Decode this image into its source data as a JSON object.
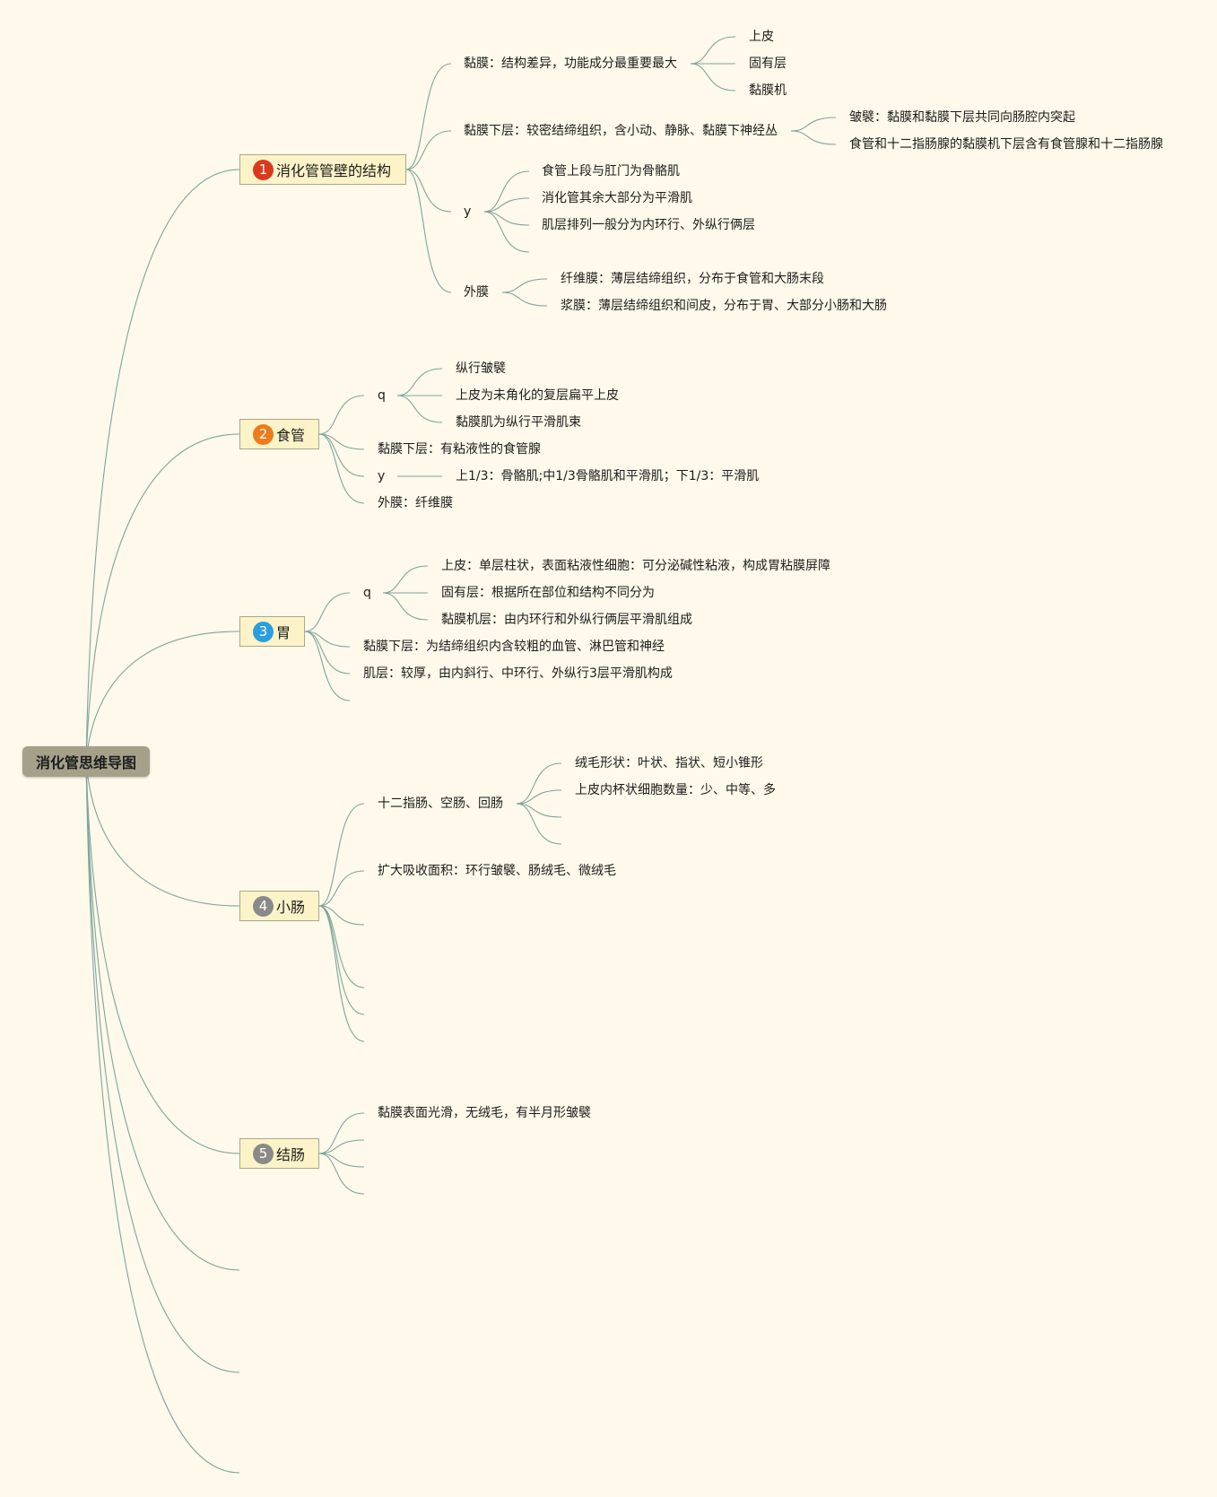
{
  "root": {
    "label": "消化管思维导图"
  },
  "colors": {
    "background": "#fef9ea",
    "link": "#7fa59c",
    "root_fill": "#a4a08a",
    "topic_fill": "#fcf3c8",
    "topic_border": "#a8a78c",
    "badge_1": "#d93a1e",
    "badge_2": "#ec7b1c",
    "badge_3": "#2b9ee0",
    "badge_4": "#8a8a8a",
    "badge_5": "#8a8a8a"
  },
  "topics": [
    {
      "number": "1",
      "label": "消化管管壁的结构",
      "children": [
        {
          "label": "黏膜：结构差异，功能成分最重要最大",
          "children": [
            "上皮",
            "固有层",
            "黏膜机"
          ]
        },
        {
          "label": "黏膜下层：较密结缔组织，含小动、静脉、黏膜下神经丛",
          "children": [
            "皱襞：黏膜和黏膜下层共同向肠腔内突起",
            "食管和十二指肠腺的黏膜机下层含有食管腺和十二指肠腺"
          ]
        },
        {
          "label": "y",
          "children": [
            "食管上段与肛门为骨骼肌",
            "消化管其余大部分为平滑肌",
            "肌层排列一般分为内环行、外纵行俩层"
          ]
        },
        {
          "label": "外膜",
          "children": [
            "纤维膜：薄层结缔组织，分布于食管和大肠末段",
            "浆膜：薄层结缔组织和间皮，分布于胃、大部分小肠和大肠"
          ]
        }
      ]
    },
    {
      "number": "2",
      "label": "食管",
      "children": [
        {
          "label": "q",
          "children": [
            "纵行皱襞",
            "上皮为未角化的复层扁平上皮",
            "黏膜肌为纵行平滑肌束"
          ]
        },
        {
          "label": "黏膜下层：有粘液性的食管腺"
        },
        {
          "label": "y",
          "children": [
            "上1/3：骨骼肌;中1/3骨骼肌和平滑肌；下1/3：平滑肌"
          ]
        },
        {
          "label": "外膜：纤维膜"
        }
      ]
    },
    {
      "number": "3",
      "label": "胃",
      "children": [
        {
          "label": "q",
          "children": [
            "上皮：单层柱状，表面粘液性细胞：可分泌碱性粘液，构成胃粘膜屏障",
            "固有层：根据所在部位和结构不同分为",
            "黏膜机层：由内环行和外纵行俩层平滑肌组成"
          ]
        },
        {
          "label": "黏膜下层：为结缔组织内含较粗的血管、淋巴管和神经"
        },
        {
          "label": "肌层：较厚，由内斜行、中环行、外纵行3层平滑肌构成"
        }
      ]
    },
    {
      "number": "4",
      "label": "小肠",
      "children": [
        {
          "label": "十二指肠、空肠、回肠",
          "children": [
            "绒毛形状：叶状、指状、短小锥形",
            "上皮内杯状细胞数量：少、中等、多"
          ]
        },
        {
          "label": "扩大吸收面积：环行皱襞、肠绒毛、微绒毛"
        }
      ]
    },
    {
      "number": "5",
      "label": "结肠",
      "children": [
        {
          "label": "黏膜表面光滑，无绒毛，有半月形皱襞"
        }
      ]
    }
  ]
}
